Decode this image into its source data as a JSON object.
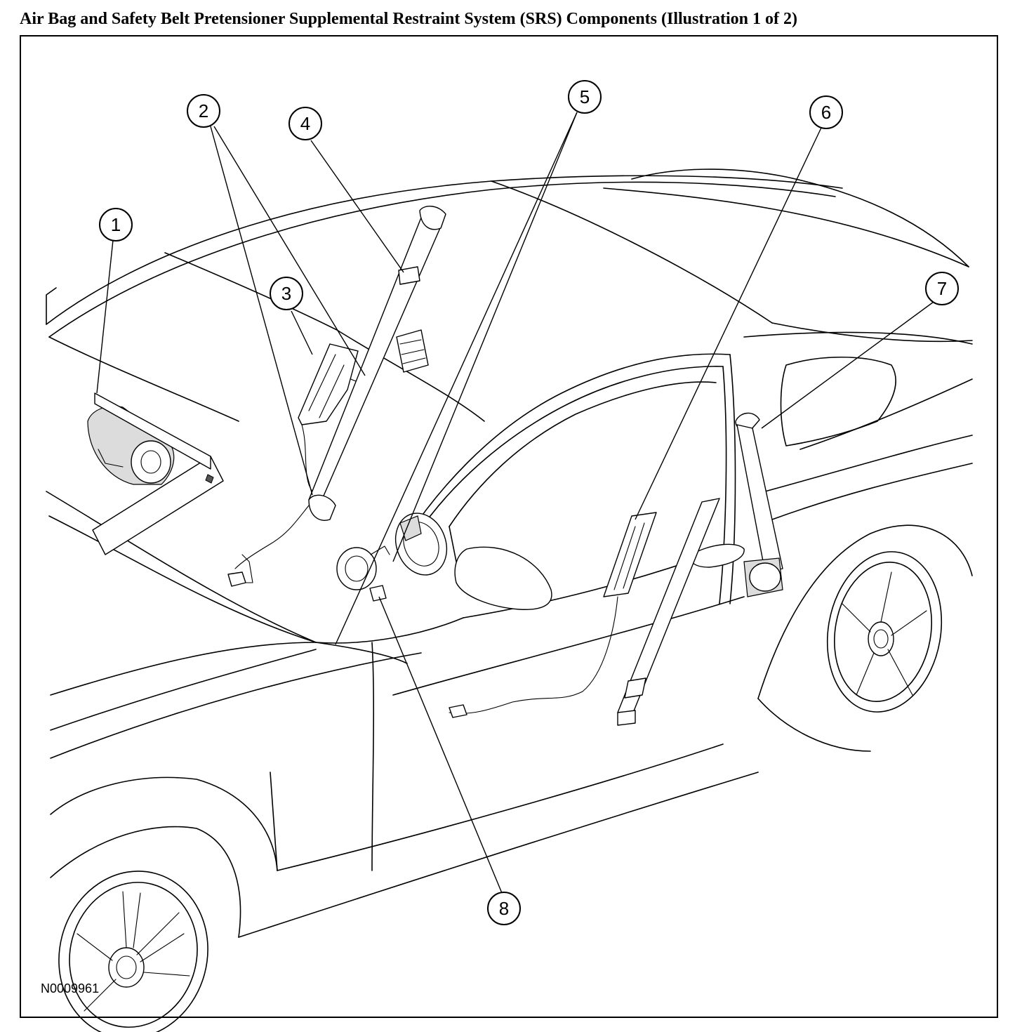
{
  "title": "Air Bag and Safety Belt Pretensioner Supplemental Restraint System (SRS) Components (Illustration 1 of 2)",
  "figure_id": "N0009961",
  "callouts": [
    "1",
    "2",
    "3",
    "4",
    "5",
    "6",
    "7",
    "8"
  ]
}
